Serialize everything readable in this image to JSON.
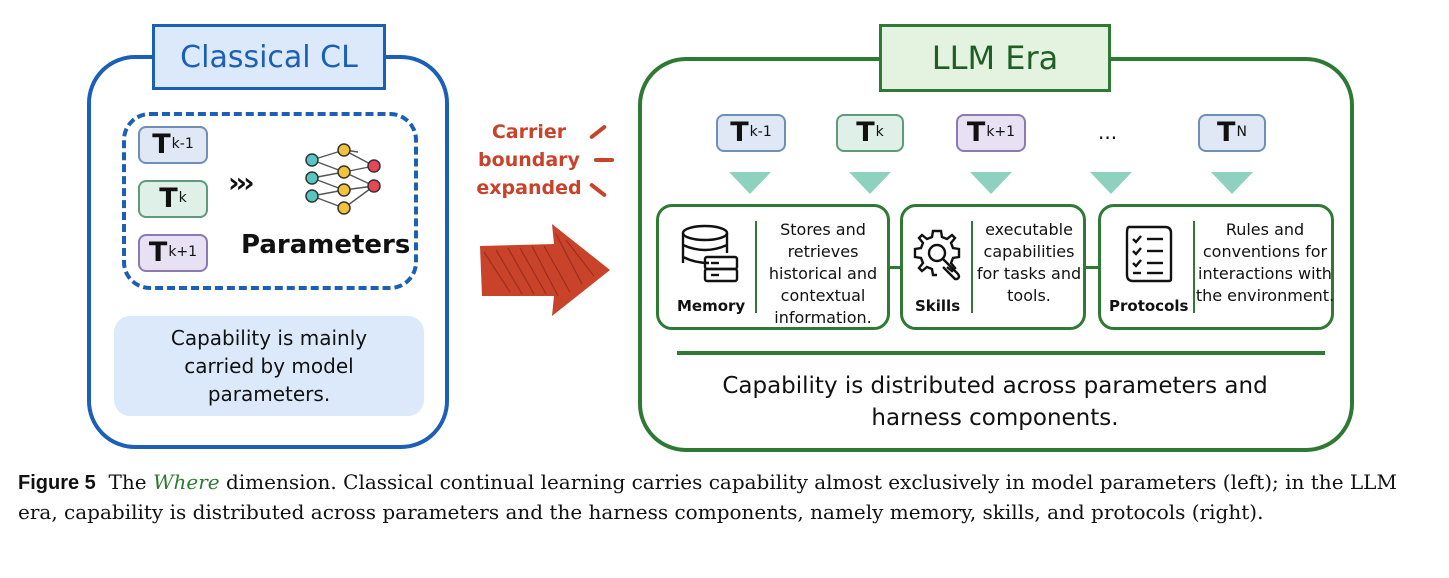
{
  "left": {
    "title": "Classical CL",
    "tasks": [
      {
        "main": "T",
        "sub": "k-1"
      },
      {
        "main": "T",
        "sub": "k"
      },
      {
        "main": "T",
        "sub": "k+1"
      }
    ],
    "chevrons": "›››",
    "parameters_label": "Parameters",
    "note": "Capability is mainly carried by model parameters."
  },
  "middle": {
    "lines": [
      "Carrier",
      "boundary",
      "expanded"
    ]
  },
  "right": {
    "title": "LLM Era",
    "tasks": [
      {
        "main": "T",
        "sub": "k-1"
      },
      {
        "main": "T",
        "sub": "k"
      },
      {
        "main": "T",
        "sub": "k+1"
      },
      {
        "main": "T",
        "sub": "N"
      }
    ],
    "ellipsis": "...",
    "components": [
      {
        "label": "Memory",
        "icon": "database-icon",
        "desc": "Stores and retrieves historical and contextual information."
      },
      {
        "label": "Skills",
        "icon": "gear-wrench-icon",
        "desc": "executable capabilities for tasks and tools."
      },
      {
        "label": "Protocols",
        "icon": "checklist-icon",
        "desc": "Rules and conventions for interactions with the environment."
      }
    ],
    "note": "Capability is distributed across parameters and harness components."
  },
  "caption": {
    "figure_label": "Figure 5",
    "pre": "The",
    "where": "Where",
    "text": "dimension. Classical continual learning carries capability almost exclusively in model parameters (left); in the LLM era, capability is distributed across parameters and the harness components, namely memory, skills, and protocols (right)."
  },
  "colors": {
    "blue": "#1b5fb6",
    "green": "#2e7a34",
    "red": "#c9422a",
    "teal_triangle": "#8fd1bf"
  }
}
